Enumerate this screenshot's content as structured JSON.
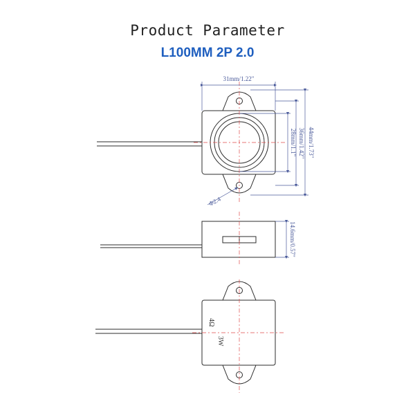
{
  "header": {
    "title": "Product Parameter",
    "subtitle": "L100MM 2P 2.0"
  },
  "dimensions": {
    "width": "31mm/1.22\"",
    "height_outer": "44mm/1.73\"",
    "height_mid": "36mm/1.42\"",
    "diameter": "28mm/1.1\"",
    "hole": "Φ2.4",
    "thickness": "14.6mm/0.57\""
  },
  "markings": {
    "impedance": "4Ω",
    "power": "3W"
  },
  "colors": {
    "line": "#2b2b2b",
    "dimension": "#4a5a9a",
    "centerline": "#e04a4a",
    "title_blue": "#1f5fbf"
  }
}
